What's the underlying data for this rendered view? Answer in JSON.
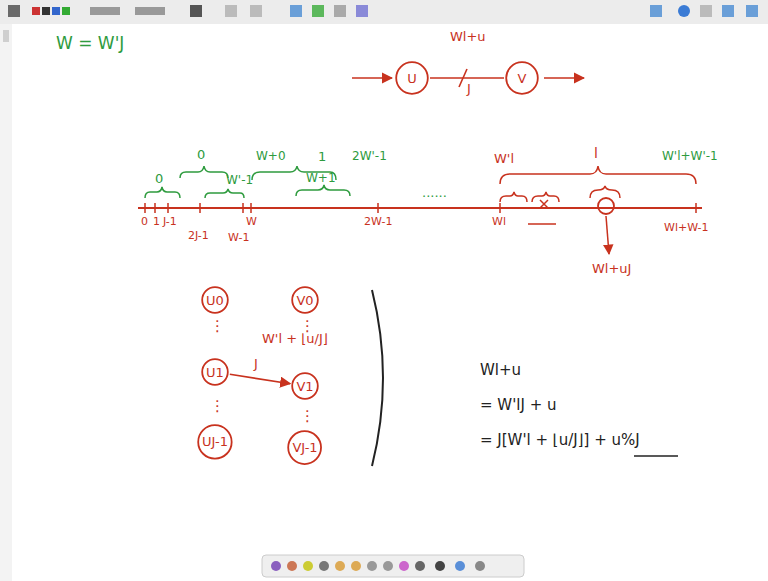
{
  "diagram": {
    "nodes": [
      {
        "text": [
          "U"
        ]
      },
      {
        "text": [
          "V"
        ]
      },
      {
        "text": [
          "U0"
        ]
      },
      {
        "text": [
          "U1"
        ]
      },
      {
        "text": [
          "UJ-1"
        ]
      },
      {
        "text": [
          "V0"
        ]
      },
      {
        "text": [
          "V1"
        ]
      },
      {
        "text": [
          "VJ-1"
        ]
      }
    ],
    "edges": [
      {
        "from": 0,
        "to": 1,
        "label": "J",
        "arrow": "none"
      },
      {
        "from": 3,
        "to": 6,
        "label": "J",
        "arrow": "to"
      }
    ],
    "labels": [
      "W = W'J",
      "Wl+u",
      "0",
      "1",
      "J-1",
      "2J-1",
      "W-1",
      "W",
      "2W-1",
      "Wl",
      "Wl+W-1",
      "0",
      "0",
      "W'-1",
      "W+0",
      "1",
      "W+1",
      "2W'-1",
      "......",
      "W'l",
      "l",
      "W'l+W'-1",
      "Wl+uJ",
      "⋮",
      "⋮",
      "⋮",
      "⋮",
      "W'l + ⌊u/J⌋",
      "Wl+u",
      "= W'lJ + u",
      "= J[W'l + ⌊u/J⌋] + u%J"
    ]
  }
}
